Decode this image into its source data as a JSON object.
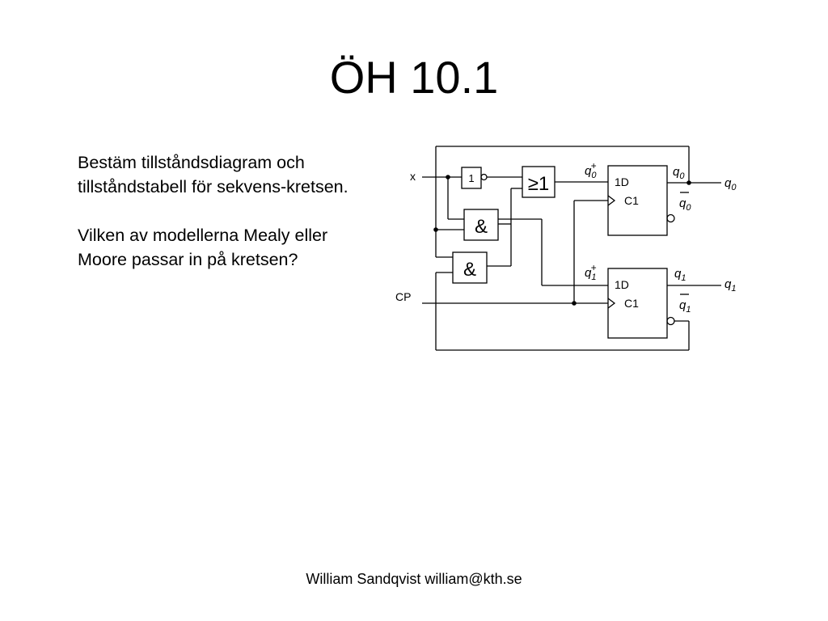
{
  "slide": {
    "title": "ÖH 10.1",
    "paragraph1": "Bestäm tillståndsdiagram och tillståndstabell för sekvens-kretsen.",
    "paragraph2": "Vilken av modellerna Mealy eller Moore passar in på kretsen?",
    "footer": "William Sandqvist william@kth.se"
  },
  "circuit": {
    "input_x": "x",
    "input_cp": "CP",
    "not_gate": "1",
    "or_gate": "≥1",
    "and_gate_top": "&",
    "and_gate_bottom": "&",
    "ff0_d": "1D",
    "ff0_clk": "C1",
    "ff1_d": "1D",
    "ff1_clk": "C1",
    "q": "q",
    "plus": "+",
    "sub0": "0",
    "sub1": "1"
  }
}
